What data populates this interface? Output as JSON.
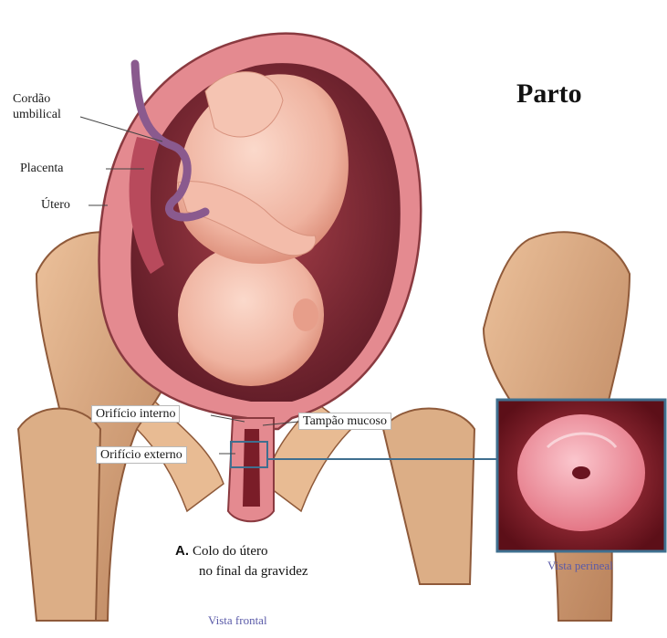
{
  "title": "Parto",
  "labels": {
    "cordao": "Cordão umbilical",
    "cordao_line1": "Cordão",
    "cordao_line2": "umbilical",
    "placenta": "Placenta",
    "utero": "Útero",
    "orificio_interno": "Orifício interno",
    "orificio_externo": "Orifício externo",
    "tampao": "Tampão mucoso"
  },
  "caption": {
    "letter": "A.",
    "line1": "Colo do útero",
    "line2": "no final da gravidez"
  },
  "views": {
    "frontal": "Vista frontal",
    "perineal": "Vista perineal"
  },
  "colors": {
    "uterus_wall": "#e48a90",
    "uterus_outline": "#8a3a40",
    "uterus_cavity": "#7a2a36",
    "fetus_skin": "#f2b8a8",
    "bone": "#d9a77f",
    "inset_border": "#3f6f8f",
    "inset_bg": "#8b1e28",
    "cervix_pink": "#f08c9a"
  }
}
